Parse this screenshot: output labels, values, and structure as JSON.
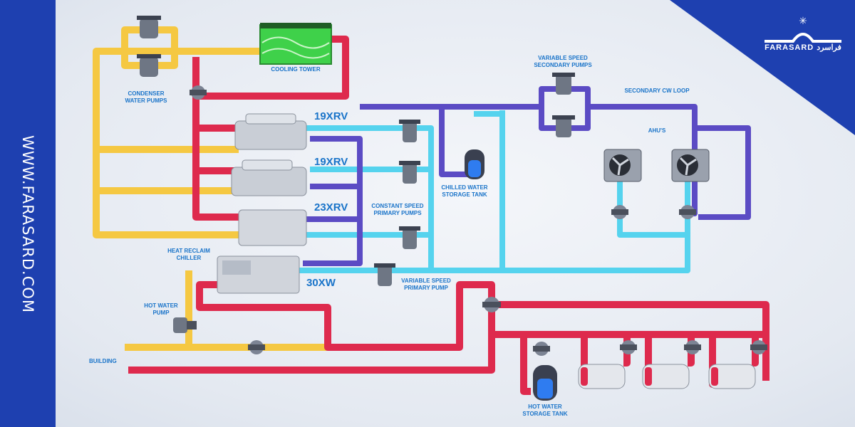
{
  "branding": {
    "website": "WWW.FARASARD.COM",
    "logo_text": "FARASARD فراسرد"
  },
  "labels": {
    "cooling_tower": "COOLING TOWER",
    "condenser_pumps_1": "CONDENSER",
    "condenser_pumps_2": "WATER PUMPS",
    "chiller_1": "19XRV",
    "chiller_2": "19XRV",
    "chiller_3": "23XRV",
    "chiller_4": "30XW",
    "heat_reclaim_1": "HEAT RECLAIM",
    "heat_reclaim_2": "CHILLER",
    "hot_water_pump_1": "HOT WATER",
    "hot_water_pump_2": "PUMP",
    "building": "BUILDING",
    "constant_speed_1": "CONSTANT SPEED",
    "constant_speed_2": "PRIMARY PUMPS",
    "variable_primary_1": "VARIABLE SPEED",
    "variable_primary_2": "PRIMARY PUMP",
    "chilled_tank_1": "CHILLED WATER",
    "chilled_tank_2": "STORAGE TANK",
    "variable_secondary_1": "VARIABLE SPEED",
    "variable_secondary_2": "SECONDARY PUMPS",
    "secondary_loop": "SECONDARY CW LOOP",
    "ahus": "AHU'S",
    "hot_tank_1": "HOT WATER",
    "hot_tank_2": "STORAGE TANK"
  },
  "colors": {
    "brand_blue": "#1e40b0",
    "condenser_yellow": "#f5c842",
    "hot_red": "#de2a4d",
    "chilled_cyan": "#55d3ee",
    "return_purple": "#5b4bc4",
    "label_blue": "#1a74c9"
  }
}
